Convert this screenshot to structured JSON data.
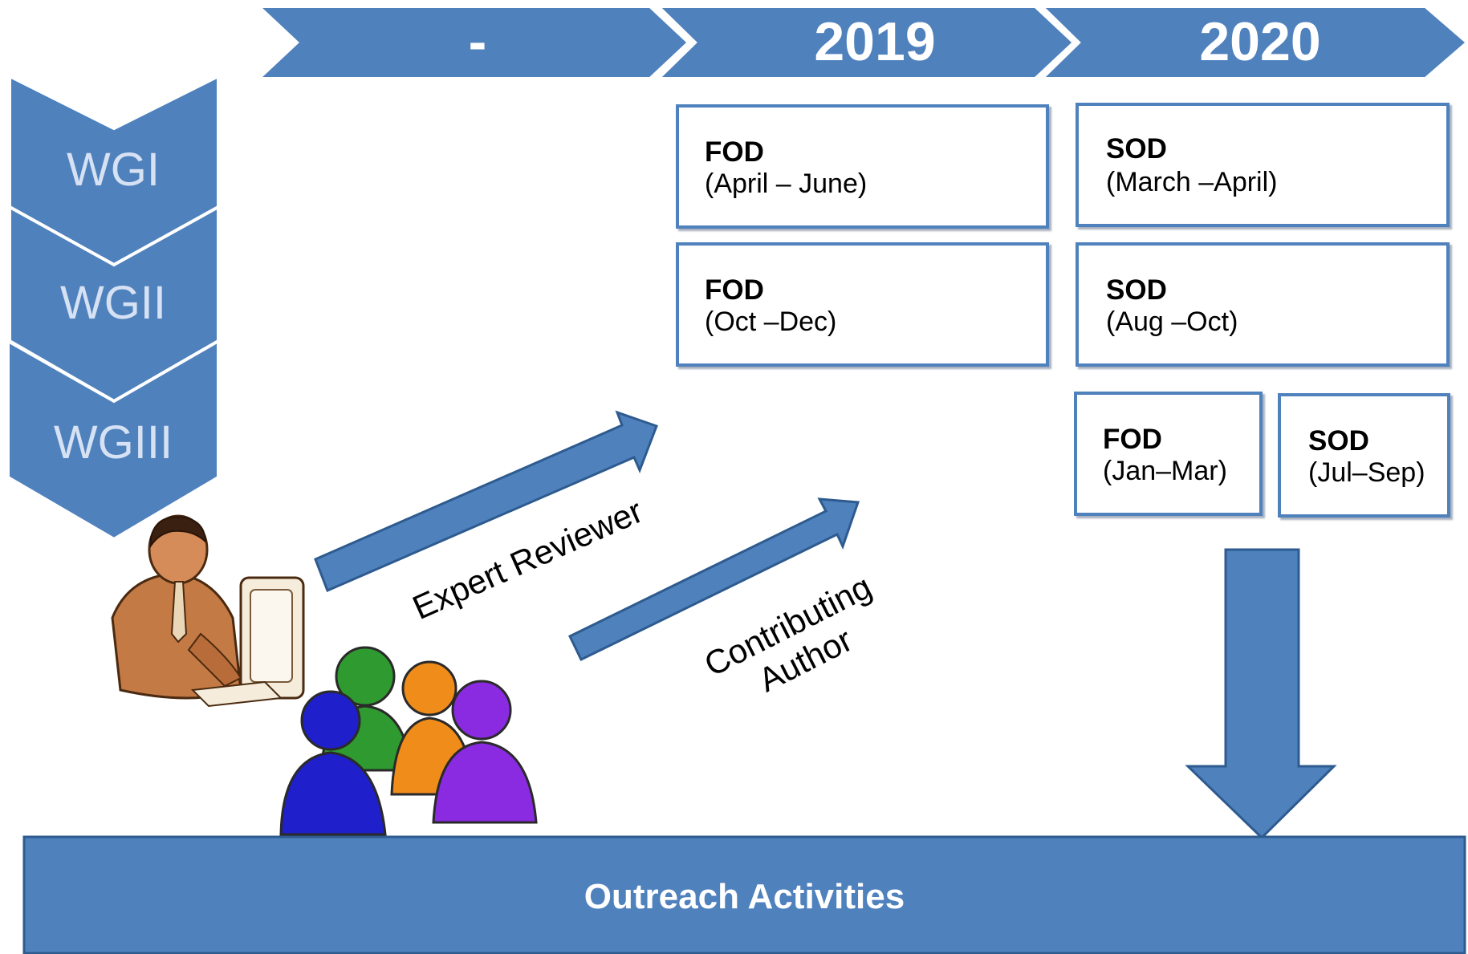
{
  "timeline": {
    "phases": [
      {
        "label": "-"
      },
      {
        "label": "2019"
      },
      {
        "label": "2020"
      }
    ]
  },
  "working_groups": [
    {
      "label": "WGI"
    },
    {
      "label": "WGII"
    },
    {
      "label": "WGIII"
    }
  ],
  "drafts": [
    {
      "title": "FOD",
      "period": "(April – June)"
    },
    {
      "title": "SOD",
      "period": "(March –April)"
    },
    {
      "title": "FOD",
      "period": "(Oct –Dec)"
    },
    {
      "title": "SOD",
      "period": "(Aug –Oct)"
    },
    {
      "title": "FOD",
      "period": "(Jan–Mar)"
    },
    {
      "title": "SOD",
      "period": "(Jul–Sep)"
    }
  ],
  "roles": {
    "expert_reviewer": "Expert Reviewer",
    "contributing_author_line1": "Contributing",
    "contributing_author_line2": "Author"
  },
  "outreach": {
    "label": "Outreach Activities"
  },
  "colors": {
    "primary_blue": "#4f81bd",
    "box_border": "#4f81bd",
    "text_light": "#d6e2f3",
    "person_blue": "#1f1fcc",
    "person_green": "#2f9a2f",
    "person_orange": "#f08c1a",
    "person_purple": "#8a2be2",
    "person_skin": "#c47a45"
  }
}
